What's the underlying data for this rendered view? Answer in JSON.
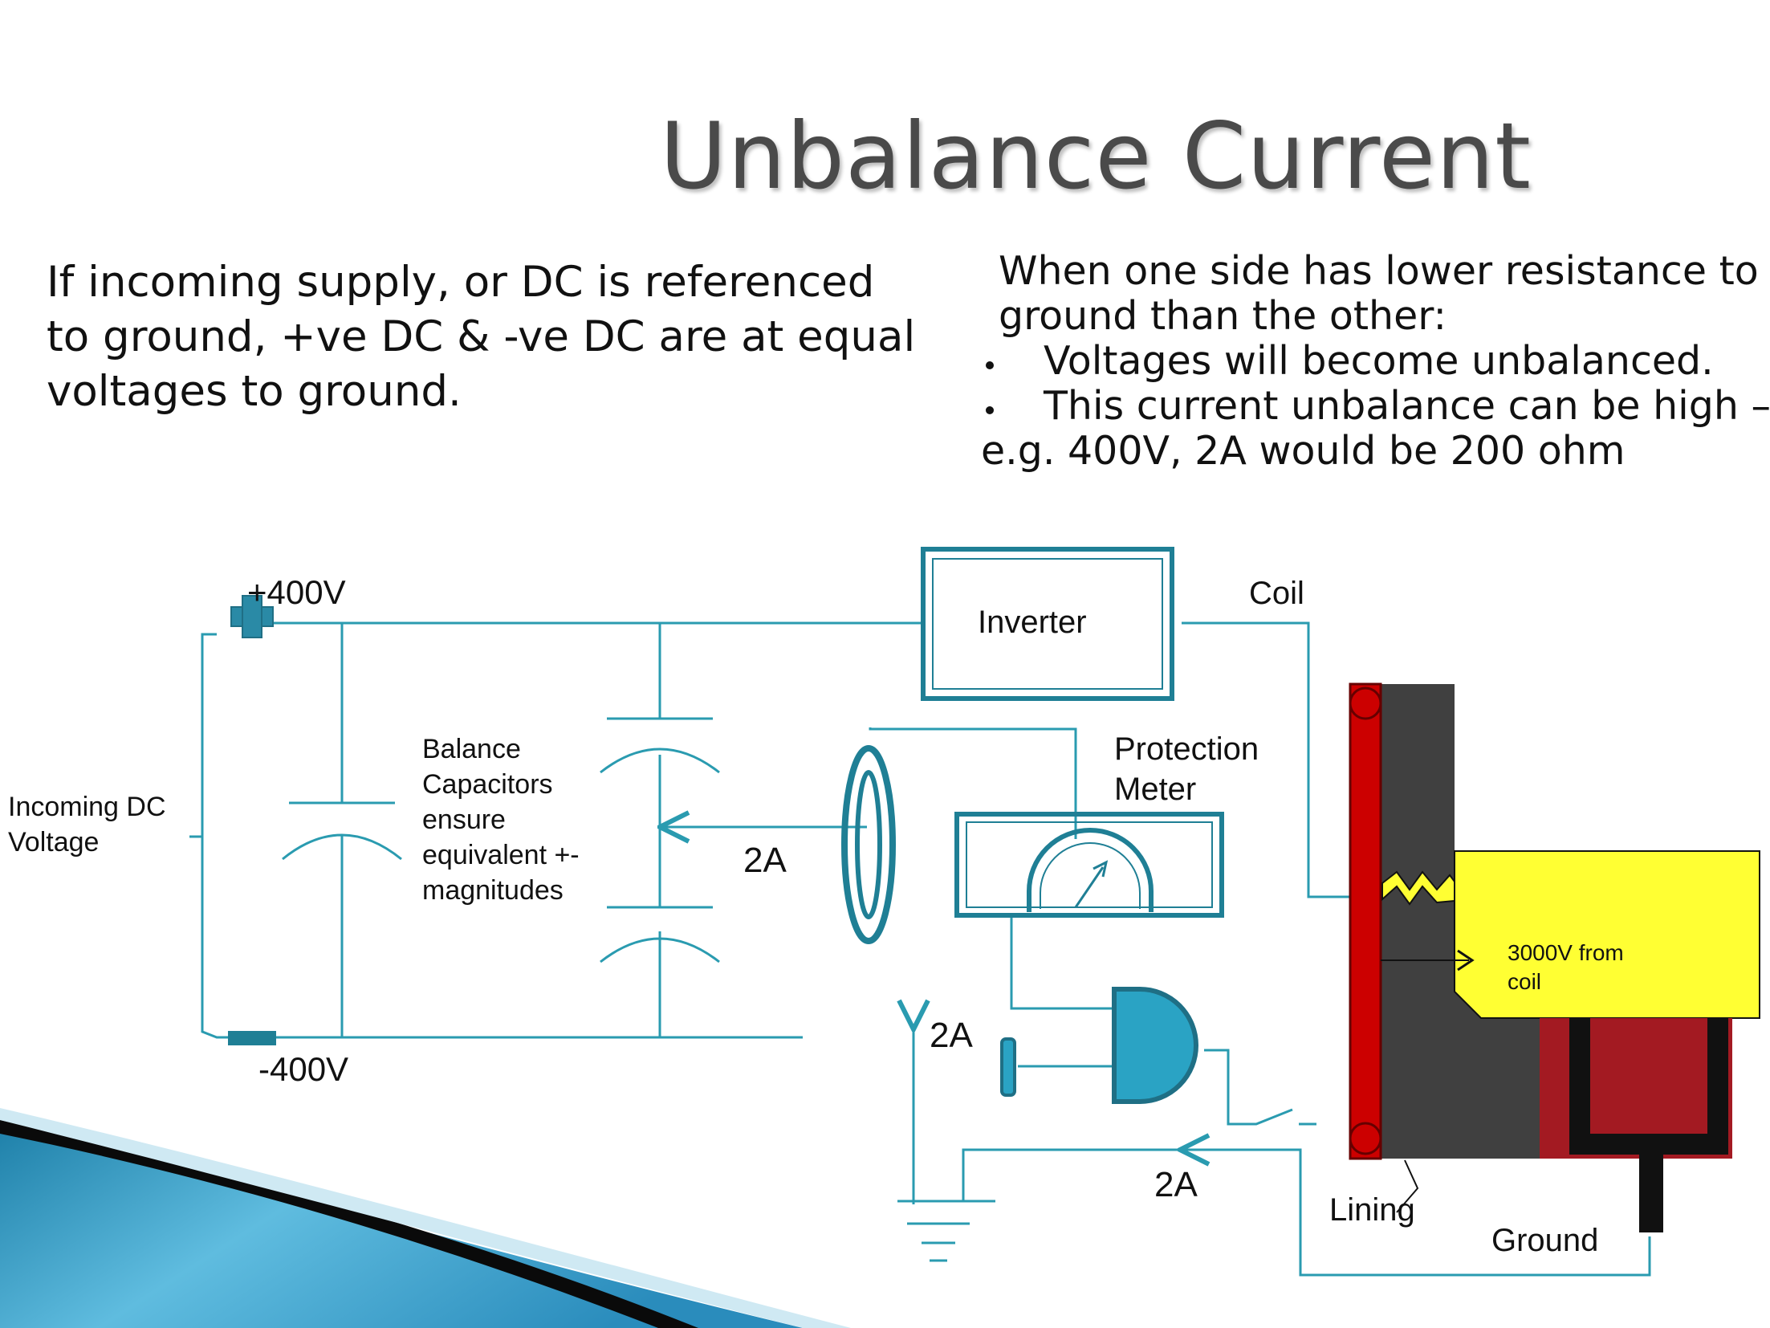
{
  "title": "Unbalance Current",
  "left_paragraph": [
    "If incoming supply, or DC is referenced",
    "to ground, +ve DC & -ve DC are at equal",
    "voltages to ground."
  ],
  "right_intro": [
    "When one side has  lower resistance to",
    "ground than the other:"
  ],
  "right_bullets": [
    "Voltages will become unbalanced.",
    "This current unbalance can be high –"
  ],
  "right_tail": "e.g. 400V, 2A would be 200 ohm",
  "diagram": {
    "plus_label": "+400V",
    "minus_label": "-400V",
    "incoming_label": [
      "Incoming DC",
      "Voltage"
    ],
    "balance_label": [
      "Balance",
      "Capacitors",
      "ensure",
      "equivalent +-",
      "magnitudes"
    ],
    "inverter_label": "Inverter",
    "coil_label": "Coil",
    "protection_label": [
      "Protection",
      "Meter"
    ],
    "current_label_1": "2A",
    "current_label_2": "2A",
    "current_label_3": "2A",
    "coil_voltage_label": [
      "3000V from",
      "coil"
    ],
    "lining_label": "Lining",
    "ground_label": "Ground"
  },
  "colors": {
    "wire": "#2a9bb0",
    "component": "#1f7f95",
    "lining_red": "#cc0000",
    "furnace_gray": "#404040",
    "melt_yellow": "#ffff33",
    "crucible_red": "#a31a22"
  }
}
